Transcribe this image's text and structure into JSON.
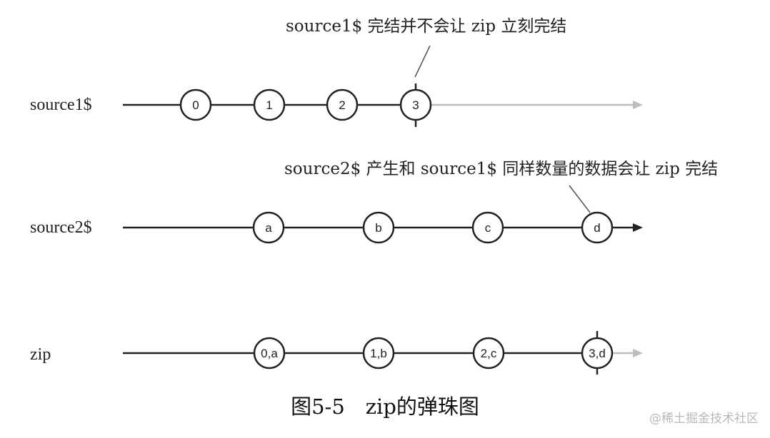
{
  "diagram": {
    "rows": [
      {
        "label": "source1$",
        "completed_early": true,
        "nodes": [
          "0",
          "1",
          "2",
          "3"
        ],
        "completion_node": "3"
      },
      {
        "label": "source2$",
        "completed_early": false,
        "nodes": [
          "a",
          "b",
          "c",
          "d"
        ],
        "completion_node": ""
      },
      {
        "label": "zip",
        "completed_early": true,
        "nodes": [
          "0,a",
          "1,b",
          "2,c",
          "3,d"
        ],
        "completion_node": "3,d"
      }
    ],
    "annotations": [
      {
        "text": "source1$ 完结并不会让 zip 立刻完结",
        "target": "source1$ / 3"
      },
      {
        "text": "source2$ 产生和 source1$ 同样数量的数据会让 zip 完结",
        "target": "source2$ / d"
      }
    ],
    "colors": {
      "line": "#222222",
      "after_complete": "#bdbdbd",
      "node_fill": "#ffffff"
    }
  },
  "caption": "图5-5　zip的弹珠图",
  "watermark": "@稀土掘金技术社区"
}
